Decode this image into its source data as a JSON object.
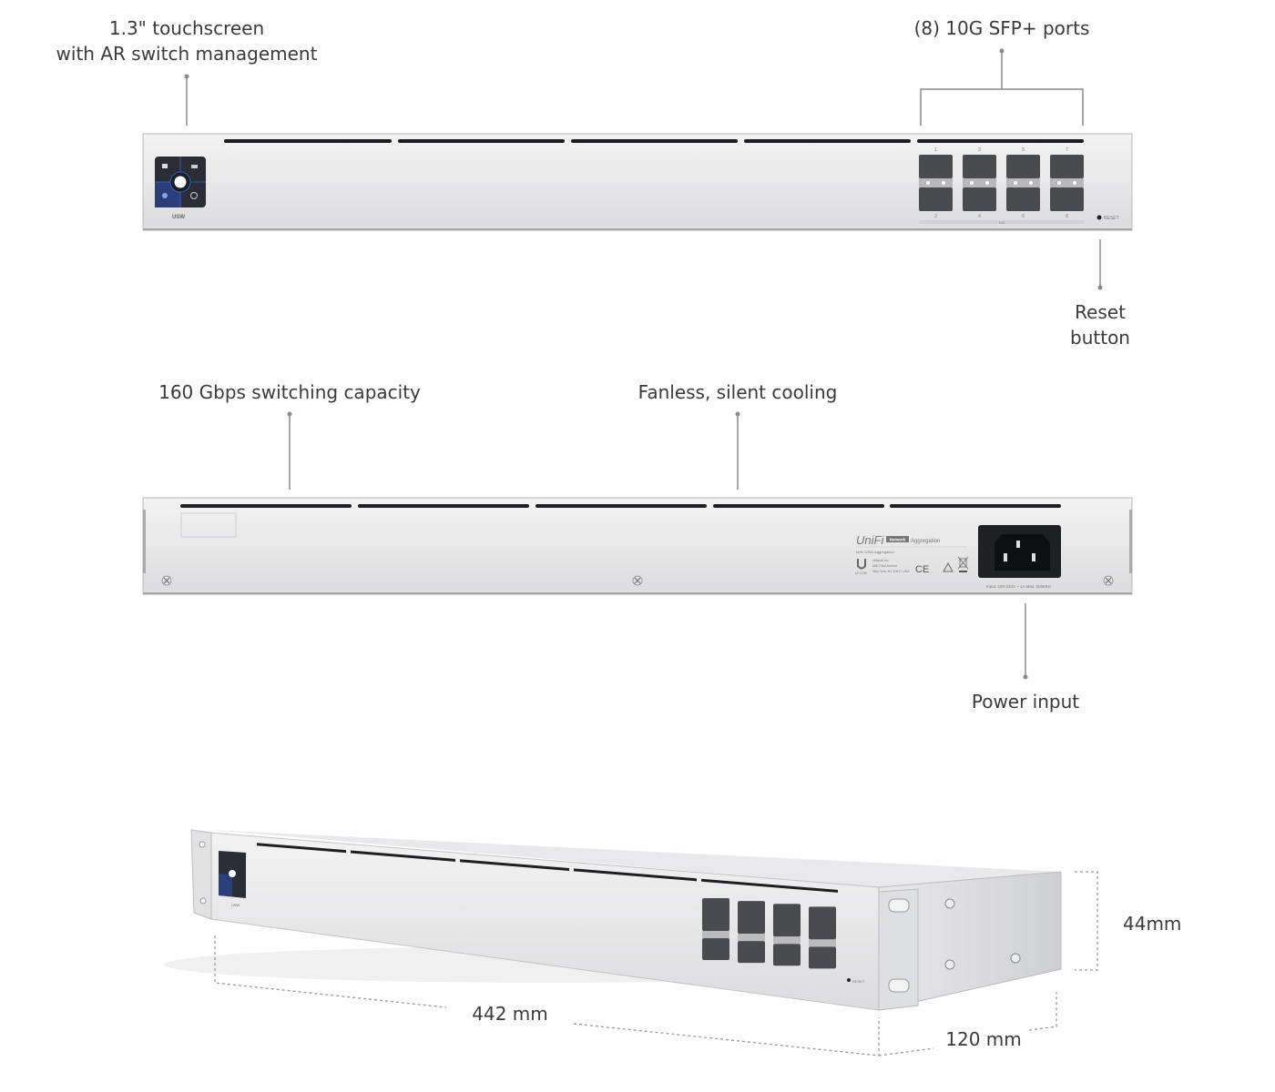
{
  "callouts": {
    "touchscreen": [
      "1.3\" touchscreen",
      "with AR switch management"
    ],
    "sfp_ports": "(8) 10G SFP+ ports",
    "reset": [
      "Reset",
      "button"
    ],
    "switching": "160 Gbps switching capacity",
    "cooling": "Fanless, silent cooling",
    "power": "Power input"
  },
  "front_panel": {
    "display_label": "USW",
    "port_numbers_top": [
      "1",
      "3",
      "5",
      "7"
    ],
    "port_numbers_bottom": [
      "2",
      "4",
      "6",
      "8"
    ],
    "port_group_label": "10G",
    "reset_label": "RESET"
  },
  "rear_panel": {
    "brand": "UniFi",
    "badge": "Network",
    "product_line": "Aggregation",
    "model": "M/N: USW-Aggregation",
    "address": [
      "Ubiquiti Inc.",
      "685 Third Avenue",
      "New York, NY 10017 USA"
    ],
    "site": "UI.COM",
    "ce_mark": "CE",
    "power_rating": "Input: 100-240V ~ 1A Max, 50/60Hz"
  },
  "dimensions": {
    "height": "44mm",
    "width": "442 mm",
    "depth": "120 mm"
  }
}
